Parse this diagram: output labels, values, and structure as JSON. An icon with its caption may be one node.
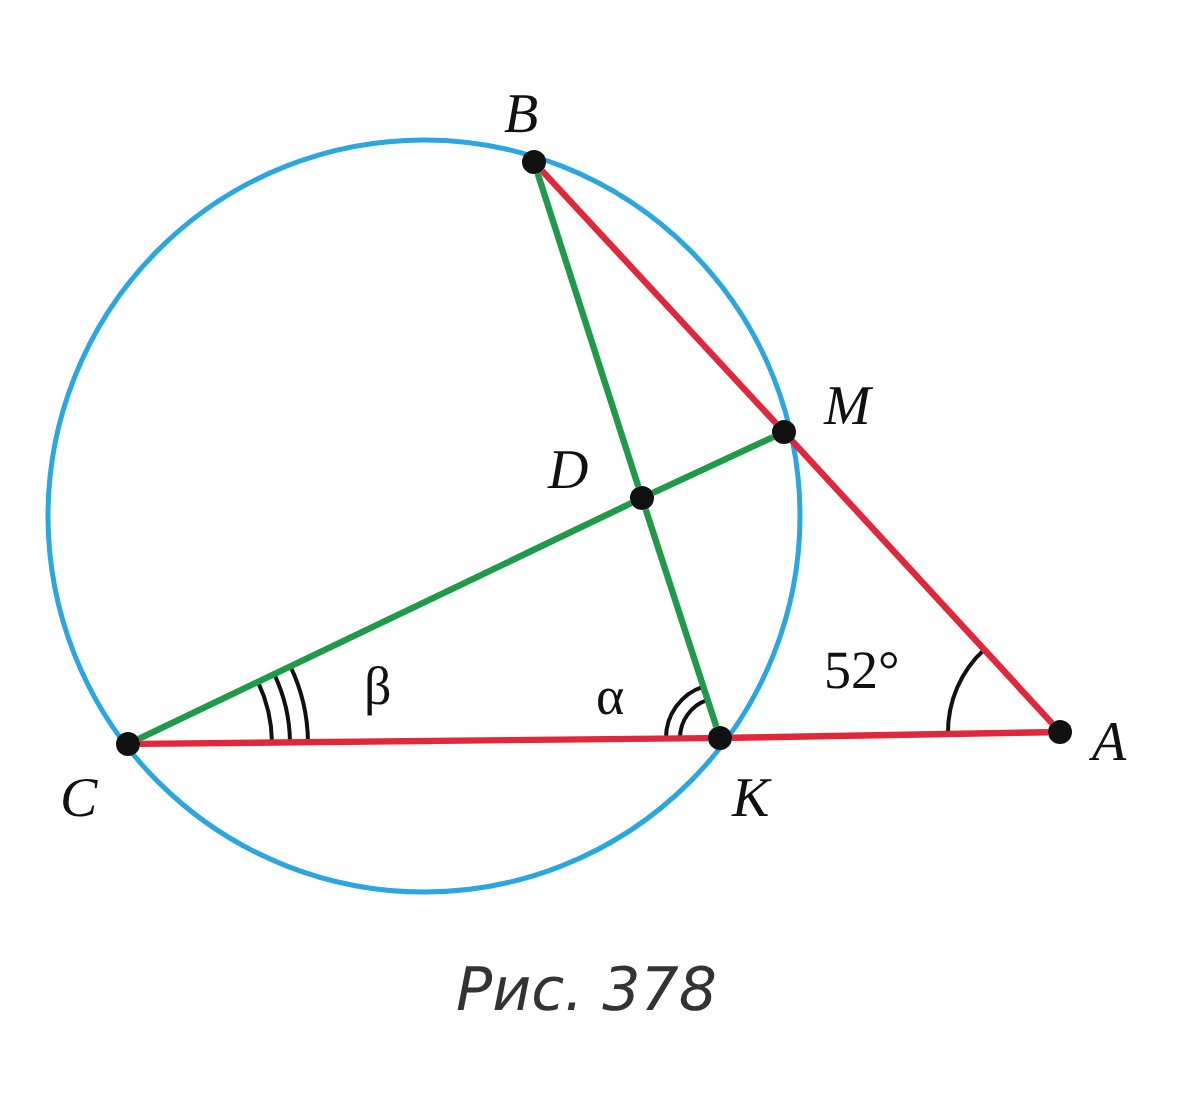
{
  "diagram": {
    "caption": "Рис. 378",
    "nodes": [
      {
        "text": [],
        "shape": "circle",
        "beside": [
          "B"
        ]
      },
      {
        "text": [],
        "shape": "circle",
        "beside": [
          "M"
        ]
      },
      {
        "text": [],
        "shape": "circle",
        "beside": [
          "D"
        ]
      },
      {
        "text": [],
        "shape": "circle",
        "beside": [
          "C"
        ]
      },
      {
        "text": [],
        "shape": "circle",
        "beside": [
          "K"
        ]
      },
      {
        "text": [],
        "shape": "circle",
        "beside": [
          "A"
        ]
      }
    ],
    "edges": [
      {
        "from": 0,
        "to": 1,
        "arrow": "none",
        "color": "#e0283a"
      },
      {
        "from": 1,
        "to": 5,
        "arrow": "none",
        "color": "#e0283a"
      },
      {
        "from": 3,
        "to": 4,
        "arrow": "none",
        "color": "#e0283a"
      },
      {
        "from": 4,
        "to": 5,
        "arrow": "none",
        "color": "#e0283a"
      },
      {
        "from": 0,
        "to": 2,
        "arrow": "none",
        "color": "#1f9a48"
      },
      {
        "from": 2,
        "to": 4,
        "arrow": "none",
        "color": "#1f9a48"
      },
      {
        "from": 3,
        "to": 2,
        "arrow": "none",
        "color": "#1f9a48"
      },
      {
        "from": 2,
        "to": 1,
        "arrow": "none",
        "color": "#1f9a48"
      }
    ],
    "labels": [
      "β",
      "α",
      "52°"
    ]
  }
}
